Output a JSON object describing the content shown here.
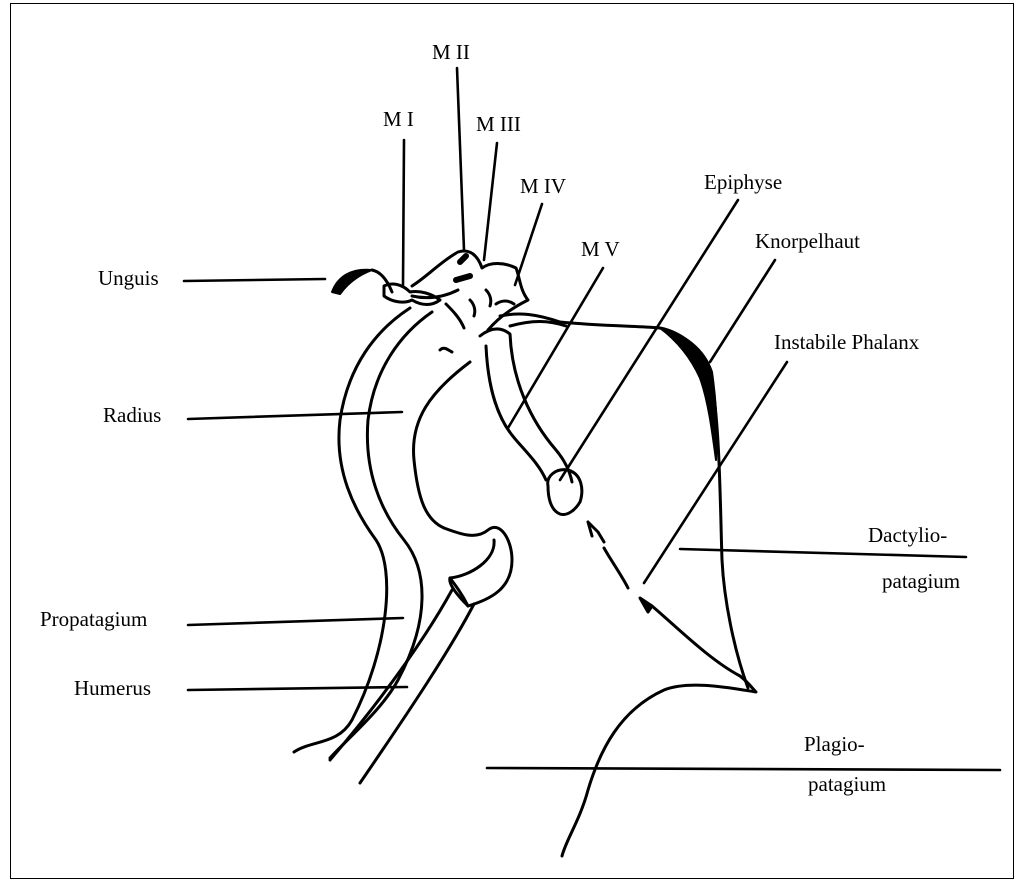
{
  "labels": {
    "m1": "M I",
    "m2": "M II",
    "m3": "M III",
    "m4": "M IV",
    "m5": "M V",
    "epiphyse": "Epiphyse",
    "knorpelhaut": "Knorpelhaut",
    "instabile_phalanx": "Instabile Phalanx",
    "unguis": "Unguis",
    "radius": "Radius",
    "propatagium": "Propatagium",
    "humerus": "Humerus",
    "dactylio_1": "Dactylio-",
    "dactylio_2": "patagium",
    "plagio_1": "Plagio-",
    "plagio_2": "patagium"
  }
}
